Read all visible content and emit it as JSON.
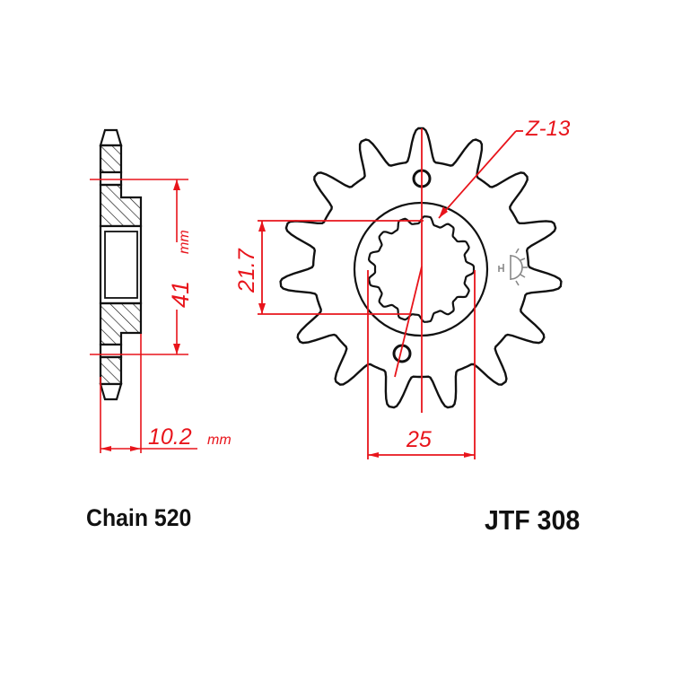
{
  "colors": {
    "outline": "#111111",
    "dimension": "#e8141b",
    "symbol": "#888888",
    "background": "#ffffff"
  },
  "labels": {
    "chain": "Chain 520",
    "part_number": "JTF 308"
  },
  "dimensions": {
    "hub_diameter": {
      "value": "41",
      "unit": "mm"
    },
    "thickness": {
      "value": "10.2",
      "unit": "mm"
    },
    "spline_minor": {
      "value": "21.7"
    },
    "spline_major": {
      "value": "25"
    },
    "spline_count": {
      "value": "Z-13"
    }
  },
  "sprocket": {
    "teeth": 15,
    "spline_teeth": 13,
    "bolt_holes": 2
  },
  "icons": {
    "view_symbol": "projection-view-icon"
  }
}
